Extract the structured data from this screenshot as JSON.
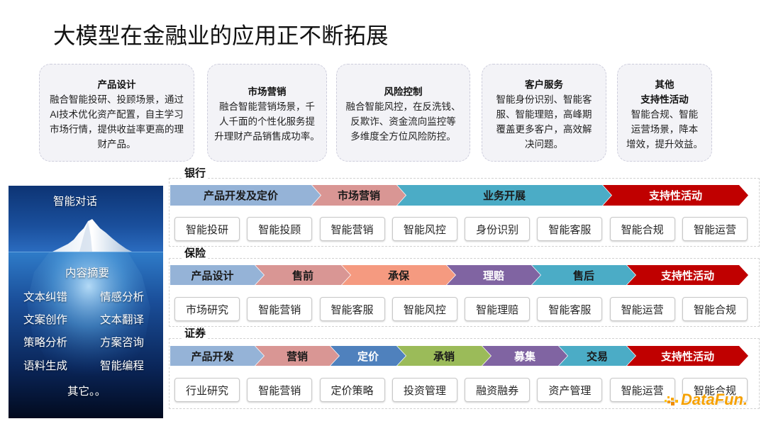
{
  "title": "大模型在金融业的应用正不断拓展",
  "cards": [
    {
      "title": "产品设计",
      "body": "融合智能投研、投顾场景，通过\nAI技术优化资产配置，自主学习\n市场行情，提供收益率更高的理\n财产品。"
    },
    {
      "title": "市场营销",
      "body": "融合智能营销场景，千\n人千面的个性化服务提\n升理财产品销售成功率。"
    },
    {
      "title": "风险控制",
      "body": "融合智能风控，在反洗钱、\n反欺诈、资金流向监控等\n多维度全方位风险防控。"
    },
    {
      "title": "客户服务",
      "body": "智能身份识别、智能客\n服、智能理赔，高峰期\n覆盖更多客户，高效解\n决问题。"
    },
    {
      "title": "其他\n支持性活动",
      "body": "智能合规、智能\n运营场景，降本\n增效，提升效益。"
    }
  ],
  "iceberg": {
    "top_label": "智能对话",
    "mid_label": "内容摘要",
    "items": [
      "文本纠错",
      "情感分析",
      "文案创作",
      "文本翻译",
      "策略分析",
      "方案咨询",
      "语料生成",
      "智能编程"
    ],
    "footer": "其它。。"
  },
  "sections": [
    {
      "name": "银行",
      "stages": [
        {
          "label": "产品开发及定价",
          "color": "#95b3d7",
          "text_color": "#1a1a1a"
        },
        {
          "label": "市场营销",
          "color": "#d99694",
          "text_color": "#1a1a1a"
        },
        {
          "label": "业务开展",
          "color": "#4bacc6",
          "text_color": "#1a1a1a"
        },
        {
          "label": "支持性活动",
          "color": "#c00000",
          "text_color": "#ffffff"
        }
      ],
      "apps": [
        "智能投研",
        "智能投顾",
        "智能营销",
        "智能风控",
        "身份识别",
        "智能客服",
        "智能合规",
        "智能运营"
      ]
    },
    {
      "name": "保险",
      "stages": [
        {
          "label": "产品设计",
          "color": "#95b3d7",
          "text_color": "#1a1a1a"
        },
        {
          "label": "售前",
          "color": "#d99694",
          "text_color": "#1a1a1a"
        },
        {
          "label": "承保",
          "color": "#f59a80",
          "text_color": "#1a1a1a"
        },
        {
          "label": "理赔",
          "color": "#8064a2",
          "text_color": "#ffffff"
        },
        {
          "label": "售后",
          "color": "#4bacc6",
          "text_color": "#1a1a1a"
        },
        {
          "label": "支持性活动",
          "color": "#c00000",
          "text_color": "#ffffff"
        }
      ],
      "apps": [
        "市场研究",
        "智能营销",
        "智能客服",
        "智能风控",
        "智能理赔",
        "智能客服",
        "智能运营",
        "智能合规"
      ]
    },
    {
      "name": "证券",
      "stages": [
        {
          "label": "产品开发",
          "color": "#95b3d7",
          "text_color": "#1a1a1a"
        },
        {
          "label": "营销",
          "color": "#d99694",
          "text_color": "#1a1a1a"
        },
        {
          "label": "定价",
          "color": "#4f81bd",
          "text_color": "#ffffff"
        },
        {
          "label": "承销",
          "color": "#9bbb59",
          "text_color": "#1a1a1a"
        },
        {
          "label": "募集",
          "color": "#8064a2",
          "text_color": "#ffffff"
        },
        {
          "label": "交易",
          "color": "#4bacc6",
          "text_color": "#1a1a1a"
        },
        {
          "label": "支持性活动",
          "color": "#c00000",
          "text_color": "#ffffff"
        }
      ],
      "apps": [
        "行业研究",
        "智能营销",
        "定价策略",
        "投资管理",
        "融资融券",
        "资产管理",
        "智能运营",
        "智能合规"
      ]
    }
  ],
  "logo": {
    "text": "DataFun.",
    "color": "#f5a000"
  }
}
